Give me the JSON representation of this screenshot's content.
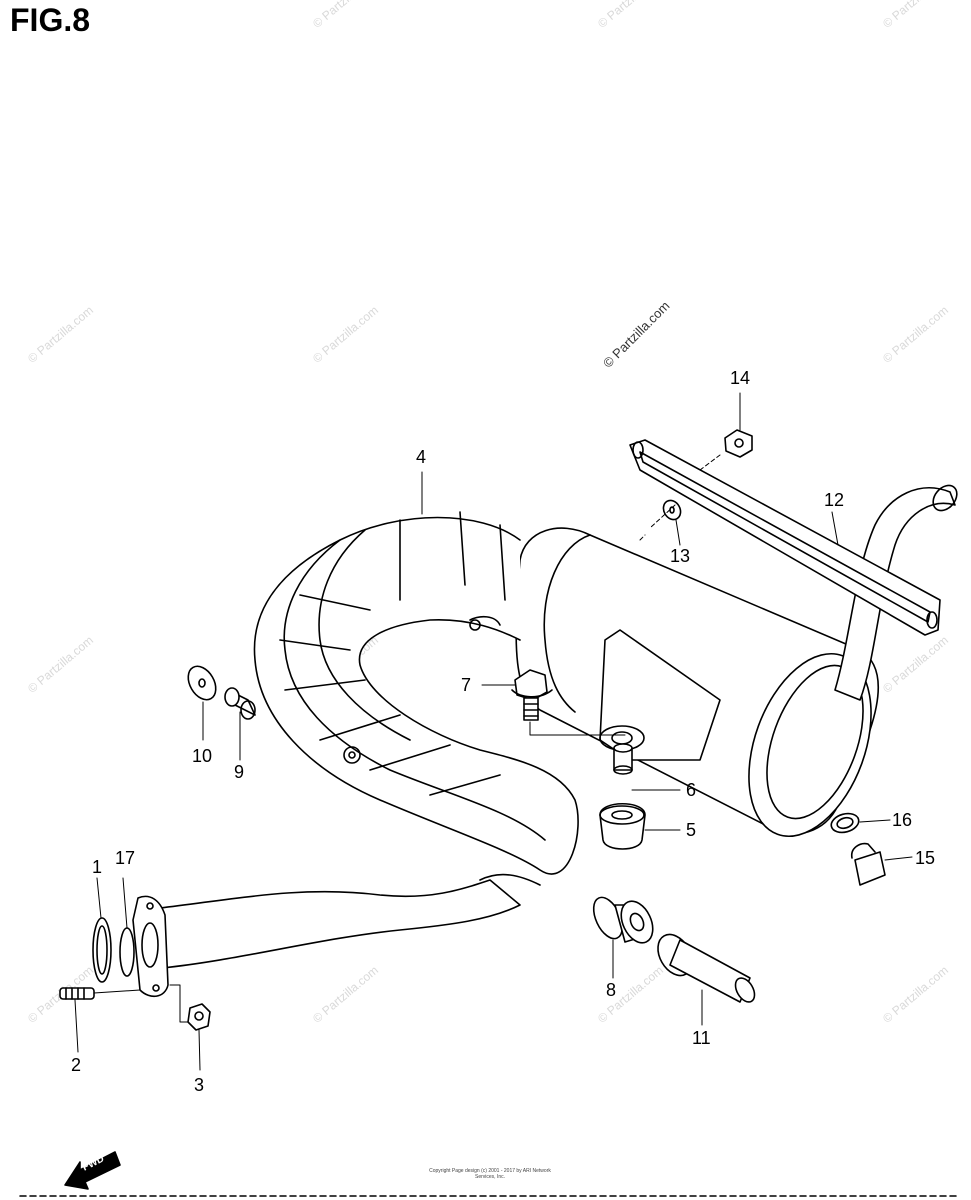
{
  "figure": {
    "title": "FIG.8"
  },
  "watermark": {
    "text": "© Partzilla.com"
  },
  "callouts": [
    {
      "id": "1",
      "label": "1"
    },
    {
      "id": "2",
      "label": "2"
    },
    {
      "id": "3",
      "label": "3"
    },
    {
      "id": "4",
      "label": "4"
    },
    {
      "id": "5",
      "label": "5"
    },
    {
      "id": "6",
      "label": "6"
    },
    {
      "id": "7",
      "label": "7"
    },
    {
      "id": "8",
      "label": "8"
    },
    {
      "id": "9",
      "label": "9"
    },
    {
      "id": "10",
      "label": "10"
    },
    {
      "id": "11",
      "label": "11"
    },
    {
      "id": "12",
      "label": "12"
    },
    {
      "id": "13",
      "label": "13"
    },
    {
      "id": "14",
      "label": "14"
    },
    {
      "id": "15",
      "label": "15"
    },
    {
      "id": "16",
      "label": "16"
    },
    {
      "id": "17",
      "label": "17"
    }
  ],
  "fwd_label": "FWD",
  "copyright": "Copyright Page design (c) 2001 - 2017 by ARI Network Services, Inc."
}
